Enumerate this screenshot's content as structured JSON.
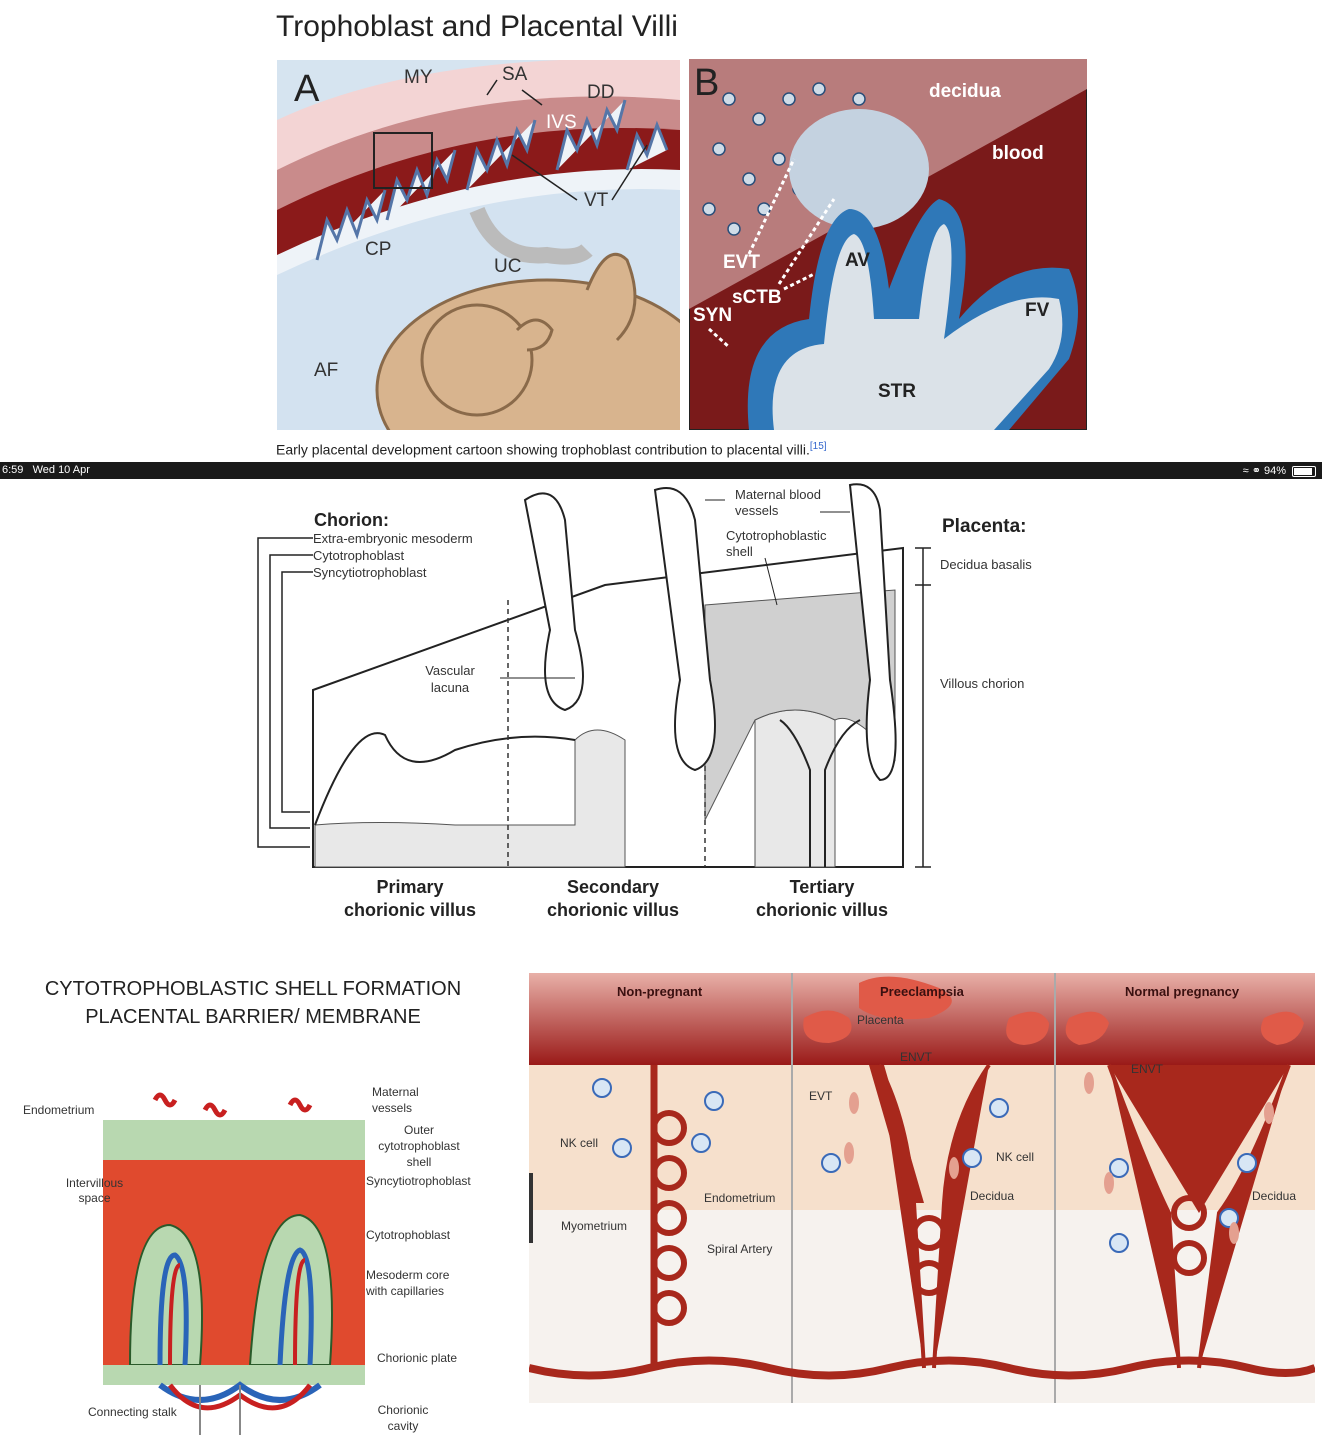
{
  "page_title": "Trophoblast and Placental Villi",
  "figure1": {
    "panel_a": {
      "letter": "A",
      "labels": {
        "my": "MY",
        "sa": "SA",
        "dd": "DD",
        "ivs": "IVS",
        "vt": "VT",
        "cp": "CP",
        "uc": "UC",
        "af": "AF"
      }
    },
    "panel_b": {
      "letter": "B",
      "labels": {
        "decidua": "decidua",
        "blood": "blood",
        "evt": "EVT",
        "av": "AV",
        "sctb": "sCTB",
        "syn": "SYN",
        "fv": "FV",
        "str": "STR"
      }
    },
    "caption": "Early placental development cartoon showing trophoblast contribution to placental villi.",
    "citation": "[15]"
  },
  "status_bar": {
    "time": "6:59",
    "date": "Wed 10 Apr",
    "battery": "94%"
  },
  "figure2": {
    "chorion_title": "Chorion:",
    "chorion_items": [
      "Extra-embryonic mesoderm",
      "Cytotrophoblast",
      "Syncytiotrophoblast"
    ],
    "maternal_vessels": "Maternal blood vessels",
    "shell": "Cytotrophoblastic shell",
    "placenta_title": "Placenta:",
    "decidua_basalis": "Decidua basalis",
    "villous_chorion": "Villous chorion",
    "vascular_lacuna": "Vascular lacuna",
    "villi": [
      {
        "line1": "Primary",
        "line2": "chorionic villus"
      },
      {
        "line1": "Secondary",
        "line2": "chorionic villus"
      },
      {
        "line1": "Tertiary",
        "line2": "chorionic villus"
      }
    ]
  },
  "figure3": {
    "heading_line1": "CYTOTROPHOBLASTIC SHELL FORMATION",
    "heading_line2": "PLACENTAL BARRIER/ MEMBRANE",
    "labels": {
      "endometrium": "Endometrium",
      "maternal_vessels": "Maternal vessels",
      "outer_shell": "Outer cytotrophoblast shell",
      "intervillous": "Intervillous space",
      "syncytio": "Syncytiotrophoblast",
      "cyto": "Cytotrophoblast",
      "mesoderm": "Mesoderm core with capillaries",
      "chorionic_plate": "Chorionic plate",
      "connecting_stalk": "Connecting stalk",
      "chorionic_cavity": "Chorionic cavity"
    }
  },
  "figure4": {
    "columns": [
      "Non-pregnant",
      "Preeclampsia",
      "Normal pregnancy"
    ],
    "labels": {
      "placenta": "Placenta",
      "envt1": "ENVT",
      "envt2": "ENVT",
      "evt": "EVT",
      "nk1": "NK cell",
      "nk2": "NK cell",
      "endometrium": "Endometrium",
      "myometrium": "Myometrium",
      "spiral_artery": "Spiral Artery",
      "decidua1": "Decidua",
      "decidua2": "Decidua"
    }
  }
}
